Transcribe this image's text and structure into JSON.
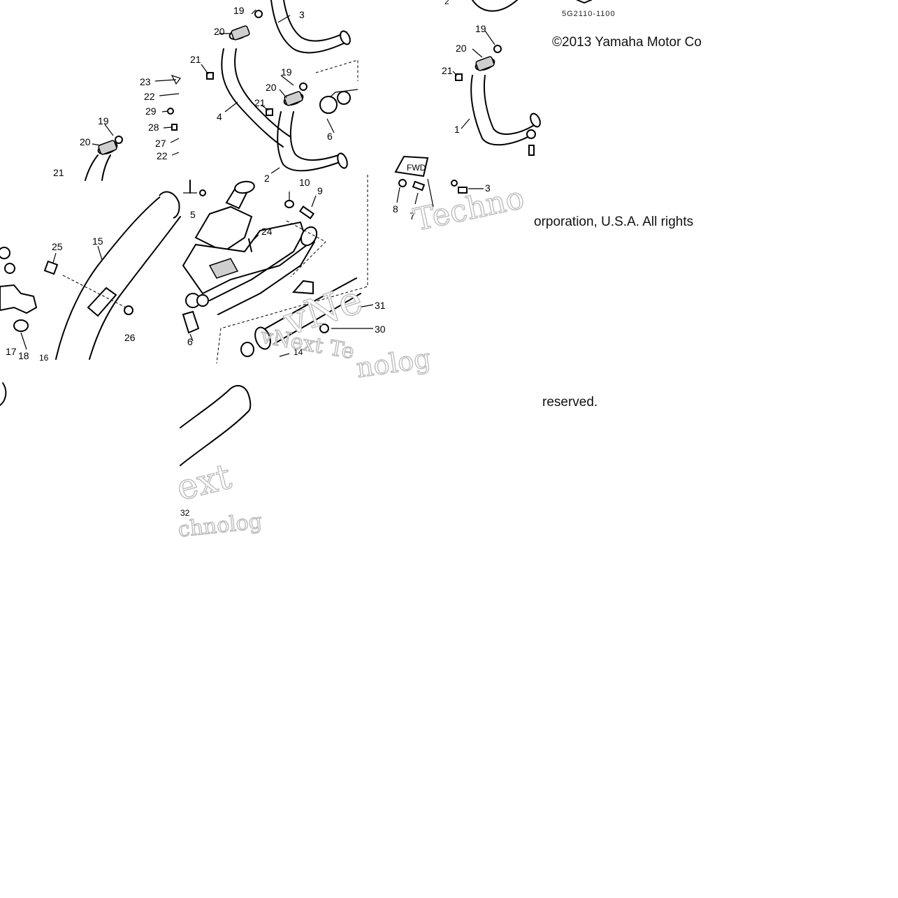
{
  "document": {
    "part_code": "5G2110-1100",
    "copyright": {
      "line1": "©2013 Yamaha Motor Co",
      "line2": "orporation, U.S.A. All rights",
      "line3": "reserved."
    },
    "fwd_tag": "FWD"
  },
  "callouts": {
    "c1": "1",
    "c2": "2",
    "c3": "3",
    "c4": "4",
    "c5": "5",
    "c6": "6",
    "c6b": "6",
    "c7": "7",
    "c8": "8",
    "c9": "9",
    "c10": "10",
    "c14": "14",
    "c15": "15",
    "c16": "16",
    "c17": "17",
    "c18": "18",
    "c19a": "19",
    "c19b": "19",
    "c19c": "19",
    "c19d": "19",
    "c20a": "20",
    "c20b": "20",
    "c20c": "20",
    "c20d": "20",
    "c21a": "21",
    "c21b": "21",
    "c21c": "21",
    "c21d": "21",
    "c22a": "22",
    "c22b": "22",
    "c23": "23",
    "c24": "24",
    "c25": "25",
    "c26": "26",
    "c27": "27",
    "c28": "28",
    "c29": "29",
    "c30": "30",
    "c31": "31",
    "c32": "32",
    "c3b": "3"
  },
  "watermarks": {
    "w1": "Techno",
    "w2": "vNext Te",
    "w3": "vNe",
    "w4": "nolog",
    "w5": "ext",
    "w6": "chnolog"
  }
}
